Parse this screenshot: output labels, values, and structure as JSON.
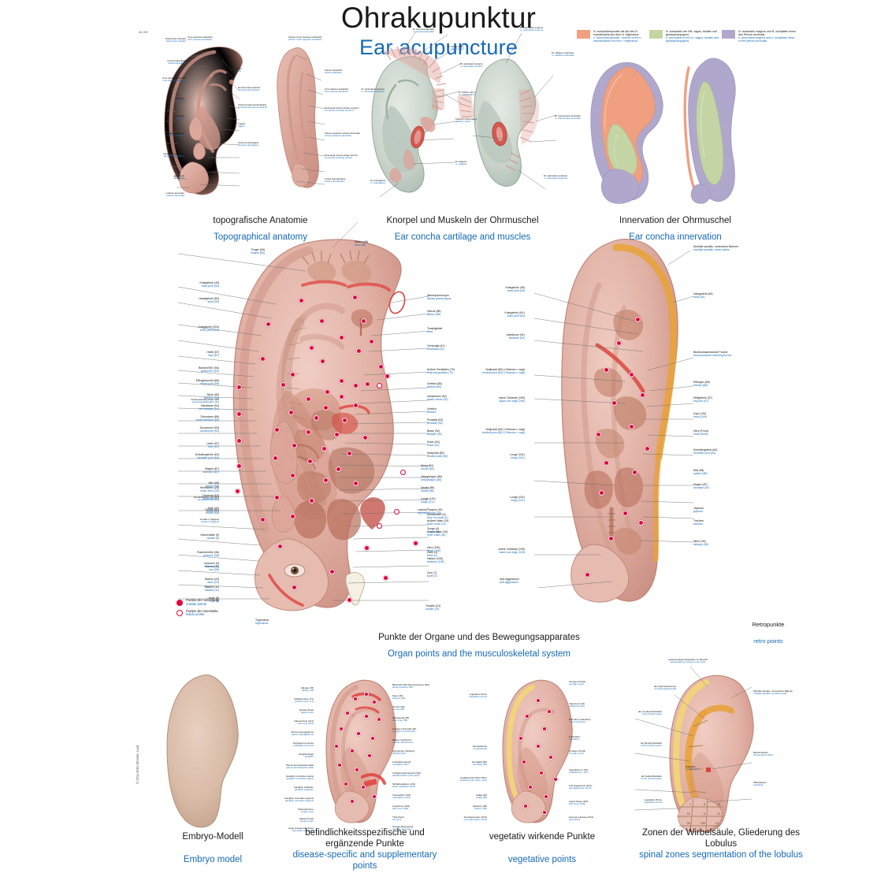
{
  "header": {
    "title_de": "Ohrakupunktur",
    "title_en": "Ear acupuncture",
    "top_code": "AL 0/6"
  },
  "copyright": "© 2011 Erler-Zimmer, Lauf",
  "captions": [
    {
      "de": "topografische Anatomie",
      "en": "Topographical anatomy"
    },
    {
      "de": "Knorpel und Muskeln der Ohrmuschel",
      "en": "Ear concha cartilage and muscles"
    },
    {
      "de": "Innervation der Ohrmuschel",
      "en": "Ear concha innervation"
    },
    {
      "de": "Punkte der Organe und des Bewegungsapparates",
      "en": "Organ points and the musculoskeletal system"
    },
    {
      "de": "Retropunkte",
      "en": "retro points"
    },
    {
      "de": "Embryo-Modell",
      "en": "Embryo model"
    },
    {
      "de": "befindlichkeitsspezifische und ergänzende Punkte",
      "en": "disease-specific and supplementary points"
    },
    {
      "de": "vegetativ wirkende Punkte",
      "en": "vegetative points"
    },
    {
      "de": "Zonen der Wirbelsäule, Gliederung des Lobulus",
      "en": "spinal zones segmentation of the lobulus"
    }
  ],
  "point_legend": [
    {
      "de": "Punkte der Außenseite",
      "en": "outside points",
      "style": "filled"
    },
    {
      "de": "Punkte der Innenseite",
      "en": "inside points",
      "style": "hollow"
    }
  ],
  "innervation_legend": [
    {
      "color": "#f0a080",
      "de": "N. auriculotemporalis als Ast des N. mandibularis aus dem N. trigeminus",
      "en": "n. auriculotemporalis - branch of the n. mandibularis from the n. trigeminus"
    },
    {
      "color": "#c4d4a4",
      "de": "N. auricularis der NN. vagus, facialis und glossopharyngeus",
      "en": "n. auricularis of the nn. vagus, facialis and glossopharyngeus"
    },
    {
      "color": "#b0a8cc",
      "de": "N. auricularis magnus und N. occipitalis minor des Plexus cervicalis",
      "en": "n. auricularis magnus and n. occipitalis minor of the plexus cervicalis"
    }
  ],
  "colors": {
    "skin": "#e3b3a8",
    "skin_dark": "#c98d80",
    "cartilage": "#cfd8d0",
    "muscle": "#dd9890",
    "point": "#e3003c",
    "blue_text": "#1669b5",
    "orange_zone": "#e8a33d",
    "yellow_zone": "#f2d479",
    "leader": "#6b6f73"
  },
  "topo_labels_left": [
    {
      "de": "Crus superius anthelicis",
      "en": "crus superius anthelicis"
    },
    {
      "de": "Fossa triangularis",
      "en": "fossa triangularis"
    },
    {
      "de": "Crus inferius anthelicis",
      "en": "crus inferius anthelicis"
    },
    {
      "de": "Tuberculum Darwini",
      "en": "tuberculum darwini"
    },
    {
      "de": "Scapha",
      "en": "scapha"
    },
    {
      "de": "Helix",
      "en": "helix"
    },
    {
      "de": "Anthelix",
      "en": "anthelix"
    },
    {
      "de": "Hemiconcha superior",
      "en": "hemiconcha superior"
    },
    {
      "de": "Incisura tuberculoanthelicis",
      "en": "incisura tuberculo-anthelicis"
    },
    {
      "de": "Meatus acusticus",
      "en": "meatus acusticus"
    },
    {
      "de": "Tragus",
      "en": "tragus"
    },
    {
      "de": "Incisura intertragica",
      "en": "incisura intertragica"
    },
    {
      "de": "Hemiconcha inferior",
      "en": "hemiconcha inferior"
    },
    {
      "de": "Antitragus",
      "en": "antitragus"
    },
    {
      "de": "Lobulus auriculae",
      "en": "lobulus auriculae"
    },
    {
      "de": "Sulcus cruris superius anthelicis",
      "en": "sulcus cruris superius anthelicis"
    },
    {
      "de": "Sulcus anthelicis",
      "en": "sulcus anthelicis"
    },
    {
      "de": "Crus inferius anthelicis",
      "en": "crus inferius anthelicis"
    },
    {
      "de": "Eminentia hemiconchae superior",
      "en": "eminentia conchae superior"
    },
    {
      "de": "Sulcus anthelicis",
      "en": "sulcus anthelicis"
    },
    {
      "de": "Sulcus posterior lobulus auriculae",
      "en": "sulcus posterior auriculae"
    },
    {
      "de": "Eminentia hemiconchae inferior",
      "en": "eminentia conchae inferior"
    },
    {
      "de": "Fossa retrolobularis",
      "en": "fossa retrolobularis"
    }
  ],
  "cartilage_labels": [
    {
      "de": "M. auricularis superior",
      "en": "m. auricularis superior"
    },
    {
      "de": "M. temporoparietalis",
      "en": "m. temporoparietalis"
    },
    {
      "de": "M. helicis major",
      "en": "m. helicis major"
    },
    {
      "de": "M. auricularis anterior",
      "en": "m. auricularis anterior"
    },
    {
      "de": "M. helicis minor",
      "en": "m. helicis minor"
    },
    {
      "de": "Äußerer Gehörgang",
      "en": "auditory canal"
    },
    {
      "de": "M. tragicus",
      "en": "m. tragicus"
    },
    {
      "de": "M. antitragicus",
      "en": "m. antitragicus"
    },
    {
      "de": "M. auricularis superior",
      "en": "m. auricularis superior"
    },
    {
      "de": "M. obliquus auriculae",
      "en": "m. obliquus auriculae"
    },
    {
      "de": "M. transversus auriculae",
      "en": "m. transversus auriculae"
    },
    {
      "de": "M. auricularis posterior",
      "en": "m. auricularis posterior"
    }
  ],
  "organ_points_left": [
    {
      "de": "Finger (60)",
      "en": "fingers (60)"
    },
    {
      "de": "Kniegelenk (49)",
      "en": "knee joint (49)"
    },
    {
      "de": "Handgelenk (59)",
      "en": "wrist (59)"
    },
    {
      "de": "Kniegelenk (204)",
      "en": "knee joint (204)"
    },
    {
      "de": "Hüfte (57)",
      "en": "hips (57)"
    },
    {
      "de": "Becken/ISG (54)",
      "en": "pelvis/ISG (54)"
    },
    {
      "de": "Ellbogenpunkt (66)",
      "en": "elbow joint (66)"
    },
    {
      "de": "Niere (95)",
      "en": "kidneys (95)"
    },
    {
      "de": "Harnblase (94)",
      "en": "urin bladder (94)"
    },
    {
      "de": "Pankreas/Gallenblase (96)",
      "en": "pancreas/gallbladder (96)"
    },
    {
      "de": "Dünndarm (89)",
      "en": "small intestine (89)"
    },
    {
      "de": "Duodenum (93)",
      "en": "duodenum (93)"
    },
    {
      "de": "Leber (97)",
      "en": "liver (97)"
    },
    {
      "de": "Schultergelenk (64)",
      "en": "shoulder joint (64)"
    },
    {
      "de": "Magen (87)",
      "en": "stomach (87)"
    },
    {
      "de": "Milz (98)",
      "en": "spleen (98)"
    },
    {
      "de": "Clavicula (63)",
      "en": "clavicula (63)"
    },
    {
      "de": "Hals (41)",
      "en": "throat (41)"
    },
    {
      "de": "Hirnstamm (25)",
      "en": "brain stem (25)"
    },
    {
      "de": "Symphatische Linie (51)",
      "en": "sympathetic line (51)"
    },
    {
      "de": "Thorax (42)",
      "en": "thorax (42)"
    },
    {
      "de": "Tonsille 3 (Vagina)",
      "en": "tonsile 3 (Vagina)"
    },
    {
      "de": "Obertonsille (9)",
      "en": "tonsile (9)"
    },
    {
      "de": "Rachenhöhle (36)",
      "en": "pharynx (36)"
    },
    {
      "de": "Sonne (35)",
      "en": "sun (35)"
    },
    {
      "de": "Stamm (23)",
      "en": "stem (23)"
    },
    {
      "de": "Innenohr (9)",
      "en": "inner ear (9)"
    },
    {
      "de": "Malaria (11)",
      "en": "malaria (11)"
    },
    {
      "de": "Trigeminus",
      "en": "trigeminus"
    },
    {
      "de": "Auge (8)",
      "en": "eye (8)"
    }
  ],
  "organ_points_right": [
    {
      "de": "Zehen (48)",
      "en": "toes (48)"
    },
    {
      "de": "Nierenparenchym",
      "en": "kidney parenchyma"
    },
    {
      "de": "Uterus (58)",
      "en": "uterus (58)"
    },
    {
      "de": "Tonsillgebiet",
      "en": "area"
    },
    {
      "de": "Cervicalia (41)",
      "en": "cervicalia (41)"
    },
    {
      "de": "äußere Genitalien (79)",
      "en": "external genitals (79)"
    },
    {
      "de": "Urethra (80)",
      "en": "urethra (80)"
    },
    {
      "de": "Ischiasnerv (52)",
      "en": "sciatic nerve (52)"
    },
    {
      "de": "Urethra",
      "en": "urethra"
    },
    {
      "de": "Prostata (92)",
      "en": "prostate (92)"
    },
    {
      "de": "Blase (92)",
      "en": "bladder (92)"
    },
    {
      "de": "Kolon (91)",
      "en": "colon (91)"
    },
    {
      "de": "Nullpunkt (82)",
      "en": "neutral point (82)"
    },
    {
      "de": "Mund (84)",
      "en": "mouth (84)"
    },
    {
      "de": "Oesophagus (85)",
      "en": "oesophagus (85)"
    },
    {
      "de": "Kardia (86)",
      "en": "cardia (86)"
    },
    {
      "de": "Lunge (101)",
      "en": "lungs (101)"
    },
    {
      "de": "Larynx/Pharynx (15)",
      "en": "larynx/pharynx (15)"
    },
    {
      "de": "äußere Nase (14)",
      "en": "outer nose (14)"
    },
    {
      "de": "innere Nase (16)",
      "en": "inner nose (16)"
    },
    {
      "de": "Herz (100)",
      "en": "heart (100)"
    },
    {
      "de": "Halsen (105)",
      "en": "testicles (105)"
    },
    {
      "de": "Mundboden (4)",
      "en": "floor of mouth (4)"
    },
    {
      "de": "Zunge (4)",
      "en": "tongue (4)"
    },
    {
      "de": "Zahn (1)",
      "en": "teeth (1)"
    },
    {
      "de": "Zorn (7)",
      "en": "tooth (7)"
    },
    {
      "de": "Tonsille (10)",
      "en": "tonsile (10)"
    }
  ],
  "retro_labels": [
    {
      "de": "Medulla spinalis, motorische Bahnen",
      "en": "medulla spinalis, motor paths"
    },
    {
      "de": "Medulla spinalis, autonome Bahnen",
      "en": "medulla spinalis, autonomous paths"
    },
    {
      "de": "Kniegelenk (49)",
      "en": "knee joint (49)"
    },
    {
      "de": "Halsgelenk (64)",
      "en": "neck (64)"
    },
    {
      "de": "Kniegelenk (54.)",
      "en": "knee joint (54)"
    },
    {
      "de": "Blutdruckssenkende Furche",
      "en": "blood pressure reducing furrow"
    },
    {
      "de": "Intestinum (91)",
      "en": "intestine (91)"
    },
    {
      "de": "Ellbogen (66)",
      "en": "elbows (66)"
    },
    {
      "de": "Hüftgelenk (57)",
      "en": "hip joint (57)"
    },
    {
      "de": "Kopf (100)",
      "en": "head (100)"
    },
    {
      "de": "Herz (Front)",
      "en": "heart (front)"
    },
    {
      "de": "Schultergelenk (64)",
      "en": "shoulder joint (64)"
    },
    {
      "de": "Nullpunkt (82) (=Ramus n. vagi)",
      "en": "neutral point (82) (=Ramus n. vagi)"
    },
    {
      "de": "Lunge (101)",
      "en": "lungs (101)"
    },
    {
      "de": "Leber (97)",
      "en": "liver (97)"
    },
    {
      "de": "Milz (98)",
      "en": "spleen (98)"
    },
    {
      "de": "Magen (87)",
      "en": "stomach (87)"
    },
    {
      "de": "Lunge (101)",
      "en": "lungs (101)"
    },
    {
      "de": "Jejunum",
      "en": "jejunum"
    },
    {
      "de": "Trachea",
      "en": "trachea"
    },
    {
      "de": "Niere (95)",
      "en": "kidneys (95)"
    },
    {
      "de": "obere Ohrleiste (199)",
      "en": "upper ear ridge (199)"
    },
    {
      "de": "untere Ohrleiste (199)",
      "en": "lower ear ridge (199)"
    },
    {
      "de": "Anti-Aggression",
      "en": "anti aggression"
    }
  ],
  "disease_labels_left": [
    {
      "de": "Allergie (78)",
      "en": "allergy (78)"
    },
    {
      "de": "Urtikaria-Zone (71)",
      "en": "urticaria zone (71)"
    },
    {
      "de": "Darwin-Punkt",
      "en": "darwin point"
    },
    {
      "de": "Haarwurzeln (101)",
      "en": "hair roots (101)"
    },
    {
      "de": "Plexus hypogastricus",
      "en": "plexus hypogastricus"
    },
    {
      "de": "plexus bronchopulmonalis",
      "en": "plexus bronchopulmonalis"
    },
    {
      "de": "Antitragus-Anorexie",
      "en": "antitragus anorexia"
    },
    {
      "de": "Antitragus-Anxiety",
      "en": "antitragus anxiety"
    },
    {
      "de": "Ganglienkugel",
      "en": "ganglion"
    },
    {
      "de": "Plexus bronchopulmonalis",
      "en": "plexus bronchopulmonalis"
    },
    {
      "de": "Ganglion cervicale medius",
      "en": "ganglion cervicale medius"
    },
    {
      "de": "Ganglion stellatum",
      "en": "ganglion stellatum"
    },
    {
      "de": "Plexus cardiacus",
      "en": "plexus cardiacus"
    },
    {
      "de": "Ganglion cervicale superius",
      "en": "ganglion cervicale superius"
    },
    {
      "de": "Hypertonie-Rauschpunkt",
      "en": "hypertension"
    },
    {
      "de": "Schwindelzone",
      "en": "vertigo zone"
    },
    {
      "de": "Nikotin-Punkt",
      "en": "nicotine point"
    },
    {
      "de": "Auge (Laserpunkt Zwei)",
      "en": "eye (laser point two)"
    }
  ],
  "disease_labels_right": [
    {
      "de": "Blutdruck 200 (blood pressure 200)",
      "en": "blood pressure (59)"
    },
    {
      "de": "Niere (39)",
      "en": "kidneys (39)"
    },
    {
      "de": "Nervus (29)",
      "en": "nervus (29)"
    },
    {
      "de": "Wundpunkt (55)",
      "en": "shen men (55)"
    },
    {
      "de": "Omega-2 (Neural) (34)",
      "en": "omega 2 (neural) (34)"
    },
    {
      "de": "Palpitation (29)",
      "en": "palpitation (29)"
    },
    {
      "de": "Marker Interferenz",
      "en": "marker interference"
    },
    {
      "de": "Hypophyse (pituitary)",
      "en": "pituitary (pit)"
    },
    {
      "de": "Frustrationspunkt",
      "en": "frustration point"
    },
    {
      "de": "Antidepressionspunkt (112)",
      "en": "antidepression point (112)"
    },
    {
      "de": "Schlafregulation (113)",
      "en": "sleep regulation (113)"
    },
    {
      "de": "Tranquilizer (104)",
      "en": "tranquilizer (104)"
    },
    {
      "de": "Angstzone (109)",
      "en": "fear zone (109)"
    },
    {
      "de": "Anti-Depression (112)",
      "en": "anti depression (112)"
    },
    {
      "de": "TSH-Punkt",
      "en": "tsh point"
    },
    {
      "de": "Omega-Hauptpunkt",
      "en": "omega main point"
    }
  ],
  "vegetative_labels": [
    {
      "de": "Omega 2-Punkt",
      "en": "omega 2 point"
    },
    {
      "de": "vegetative Rinne",
      "en": "vegetative furrow"
    },
    {
      "de": "Vagotonus (61)",
      "en": "vagotonus (61)"
    },
    {
      "de": "R-Punkt (L-Raucher)",
      "en": "r point (smoker)"
    },
    {
      "de": "Frustration",
      "en": "frustration"
    },
    {
      "de": "Omega 1-Punkt",
      "en": "omega 1 point"
    },
    {
      "de": "Neurasthenie",
      "en": "neurasthenia"
    },
    {
      "de": "Sexualität (58)",
      "en": "sexuality (58)"
    },
    {
      "de": "Sedativpunkt (Shen Men)",
      "en": "sedative point (shen men)"
    },
    {
      "de": "Jetlag (28)",
      "en": "jetlag (28)"
    },
    {
      "de": "Septierte (28)",
      "en": "septum (28)"
    },
    {
      "de": "Anti-Depression (P13)",
      "en": "anti depression (P13)"
    },
    {
      "de": "Vegetativum I (51)",
      "en": "vegetativum I (51)"
    },
    {
      "de": "Anti-Aggression (P13)",
      "en": "anti aggression (P13)"
    },
    {
      "de": "Angst-Sorge (115)",
      "en": "fear worry (115)"
    },
    {
      "de": "Kummer-Hinweis (P13)",
      "en": "grief (P13)"
    },
    {
      "de": "Omega-Hauptpunkt",
      "en": "omega main point"
    }
  ],
  "spinal_labels": [
    {
      "de": "paravertebrale Muskulatur im Bereich",
      "en": "paravertebral muscles in the area"
    },
    {
      "de": "der Kopf-Gelenkzone",
      "en": "of ear/occipitocranial"
    },
    {
      "de": "Medulla spinalis, sensorische Bahnen",
      "en": "medulla spinalis, sensitive paths"
    },
    {
      "de": "der Lendenwirbelsäule",
      "en": "of the lumbar spine"
    },
    {
      "de": "der Brustwirbelsäule",
      "en": "of the thoracic spine"
    },
    {
      "de": "Bandscheiben",
      "en": "intervertebral discs"
    },
    {
      "de": "Nullpunkt",
      "en": "neutral point"
    },
    {
      "de": "der Halswirbelsäule",
      "en": "of the cervical spine"
    },
    {
      "de": "Wirbelkörper",
      "en": "vertebrae"
    },
    {
      "de": "vegetative Rinne",
      "en": "vegetative furrow"
    },
    {
      "de": "Halswirbelsäule",
      "en": "of the cervical spine"
    },
    {
      "de": "Bandscheiben",
      "en": "intervertebral discs"
    },
    {
      "de": "Wirbelkörper",
      "en": "vertebrae"
    }
  ],
  "lobule_grid": [
    "I",
    "II",
    "III",
    "IV",
    "V",
    "VI",
    "VII",
    "VIII",
    "IX"
  ]
}
